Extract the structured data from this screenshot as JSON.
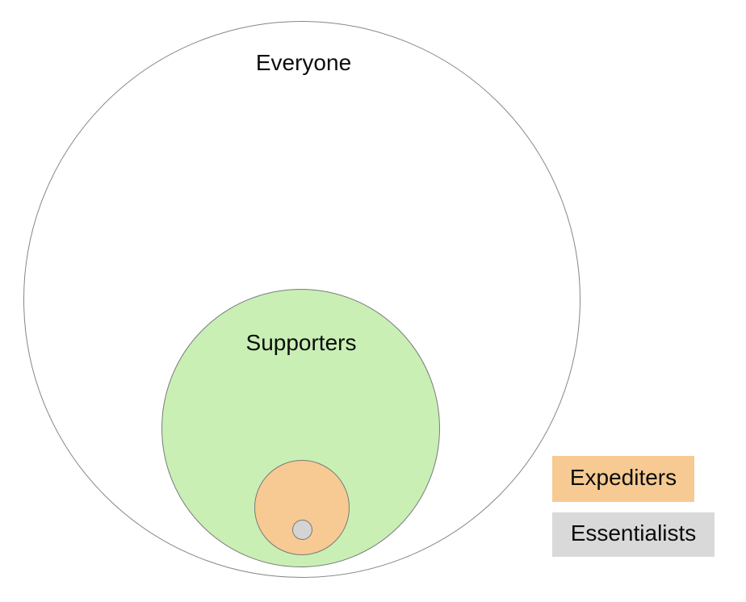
{
  "diagram": {
    "background": "#ffffff",
    "stroke_color": "#7a7a7a",
    "circles": [
      {
        "name": "everyone",
        "label": "Everyone",
        "fill": "#ffffff"
      },
      {
        "name": "supporters",
        "label": "Supporters",
        "fill": "#c9efb5"
      },
      {
        "name": "expediters",
        "label": "",
        "fill": "#f6ca92"
      },
      {
        "name": "essentialists",
        "label": "",
        "fill": "#d4d4d4"
      }
    ],
    "legend": [
      {
        "label": "Expediters",
        "color": "#f6ca92"
      },
      {
        "label": "Essentialists",
        "color": "#d9d9d9"
      }
    ]
  }
}
